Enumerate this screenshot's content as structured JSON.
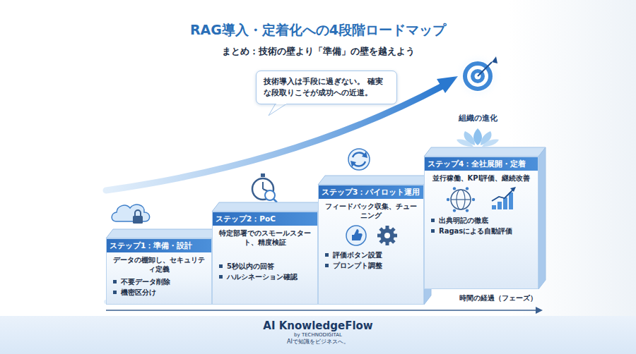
{
  "diagram": {
    "title": "RAG導入・定着化への4段階ロードマップ",
    "nodes": [
      {
        "text": [
          "技術導入は手段に過ぎない。 確実な段取りこそが成功への近道。"
        ]
      },
      {
        "text": [
          "ステップ1：準備・設計",
          "データの棚卸し、セキュリティ定義",
          "不要データ削除",
          "機密区分け"
        ]
      },
      {
        "text": [
          "ステップ2：PoC",
          "特定部署でのスモールスタート、精度検証",
          "5秒以内の回答",
          "ハルシネーション確認"
        ]
      },
      {
        "text": [
          "ステップ3：パイロット運用",
          "フィードバック収集、チューニング",
          "評価ボタン設置",
          "プロンプト調整"
        ]
      },
      {
        "text": [
          "ステップ4：全社展開・定着",
          "並行稼働、KPI評価、継続改善",
          "出典明記の徹底",
          "Ragasによる自動評価"
        ]
      },
      {
        "text": [
          "AI KnowledgeFlow",
          "by TECHNODIGITAL",
          "AIで知識をビジネスへ。"
        ]
      }
    ],
    "labels": [
      "まとめ：技術の壁より「準備」の壁を越えよう",
      "組織の進化",
      "時間の経過（フェーズ）"
    ]
  }
}
